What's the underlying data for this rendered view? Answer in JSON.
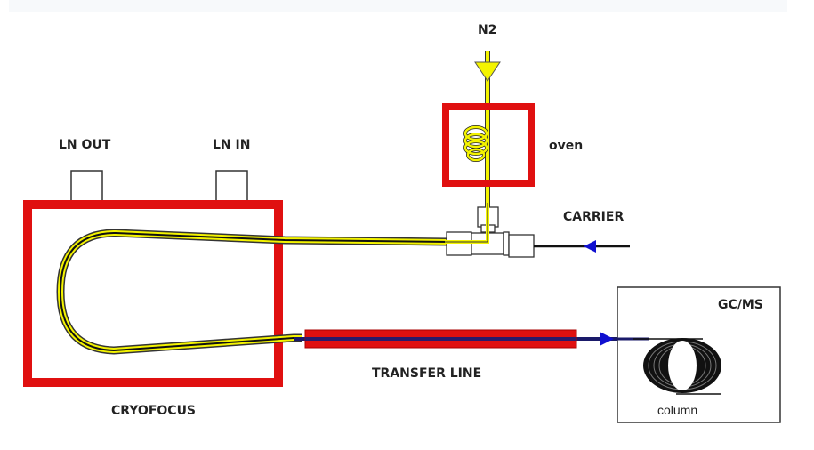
{
  "title": "Cryofocus to GC/MS transfer schematic",
  "labels": {
    "n2": "N2",
    "oven": "oven",
    "ln_out": "LN OUT",
    "ln_in": "LN IN",
    "carrier": "CARRIER",
    "cryofocus": "CRYOFOCUS",
    "transfer_line": "TRANSFER LINE",
    "gcms": "GC/MS",
    "column": "column"
  },
  "colors": {
    "heater_red": "#e01010",
    "gas_yellow": "#f4f400",
    "carrier_blue": "#1010d0",
    "line_dark": "#101010",
    "transfer_core": "#1a1a6a"
  },
  "flows": [
    {
      "name": "n2-flow",
      "from": "N2",
      "to": "oven",
      "direction": "down"
    },
    {
      "name": "carrier-flow",
      "from": "CARRIER",
      "to": "tee-fitting",
      "direction": "left"
    },
    {
      "name": "transfer-flow",
      "from": "CRYOFOCUS",
      "to": "GC/MS",
      "direction": "right"
    }
  ]
}
